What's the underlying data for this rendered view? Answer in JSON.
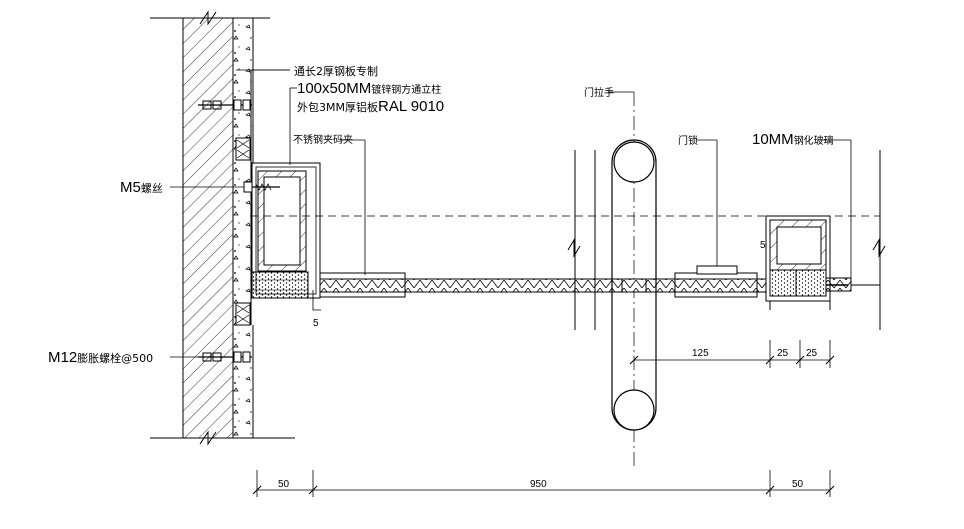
{
  "labels": {
    "steel_plate": "通长2厚钢板专制",
    "tube_spec": "100x50MM",
    "tube_desc": "镀锌钢方通立柱",
    "cladding_prefix": "外包3MM厚铝板",
    "ral": "RAL 9010",
    "clamp": "不锈钢夹码夹",
    "screw_m5": "M5",
    "screw_m5_suffix": "螺丝",
    "bolt_m12": "M12",
    "bolt_m12_suffix": "膨胀螺栓@500",
    "handle": "门拉手",
    "lock": "门锁",
    "glass_spec": "10MM",
    "glass_desc": "钢化玻璃"
  },
  "dimensions": {
    "bottom_left": "50",
    "bottom_mid": "950",
    "bottom_right": "50",
    "d125": "125",
    "d25a": "25",
    "d25b": "25",
    "d5_bottom": "5",
    "d5_side": "5"
  },
  "colors": {
    "line": "#000000",
    "background": "#ffffff"
  }
}
